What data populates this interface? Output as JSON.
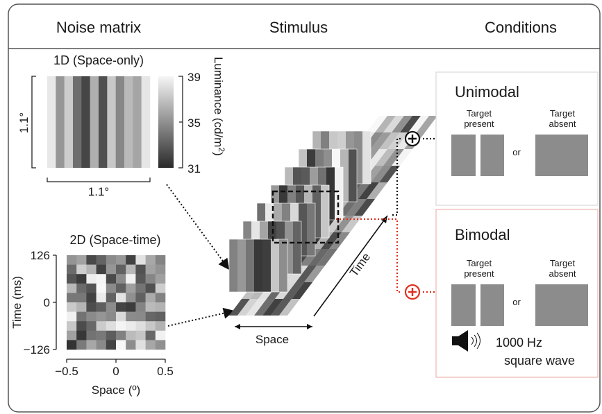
{
  "headers": {
    "noise_matrix": "Noise matrix",
    "stimulus": "Stimulus",
    "conditions": "Conditions"
  },
  "panel_1d": {
    "title": "1D (Space-only)",
    "size_label_v": "1.1°",
    "size_label_h": "1.1°",
    "colorbar": {
      "ticks": [
        "39",
        "35",
        "31"
      ],
      "label": "Luminance (cd/m",
      "label_sup": "2",
      "label_end": ")"
    }
  },
  "panel_2d": {
    "title": "2D (Space-time)",
    "ylabel": "Time (ms)",
    "xlabel": "Space (º)",
    "yticks": [
      "126",
      "0",
      "−126"
    ],
    "xticks": [
      "−0.5",
      "0",
      "0.5"
    ]
  },
  "stimulus": {
    "space_label": "Space",
    "time_label": "Time"
  },
  "unimodal": {
    "title": "Unimodal",
    "present_line1": "Target",
    "present_line2": "present",
    "or": "or",
    "absent_line1": "Target",
    "absent_line2": "absent"
  },
  "bimodal": {
    "title": "Bimodal",
    "present_line1": "Target",
    "present_line2": "present",
    "or": "or",
    "absent_line1": "Target",
    "absent_line2": "absent",
    "sound_line1": "1000 Hz",
    "sound_line2": "square wave"
  },
  "colors": {
    "accent_red": "#e0301e",
    "panel_gray": "#8c8c8c",
    "frame": "#555555"
  }
}
